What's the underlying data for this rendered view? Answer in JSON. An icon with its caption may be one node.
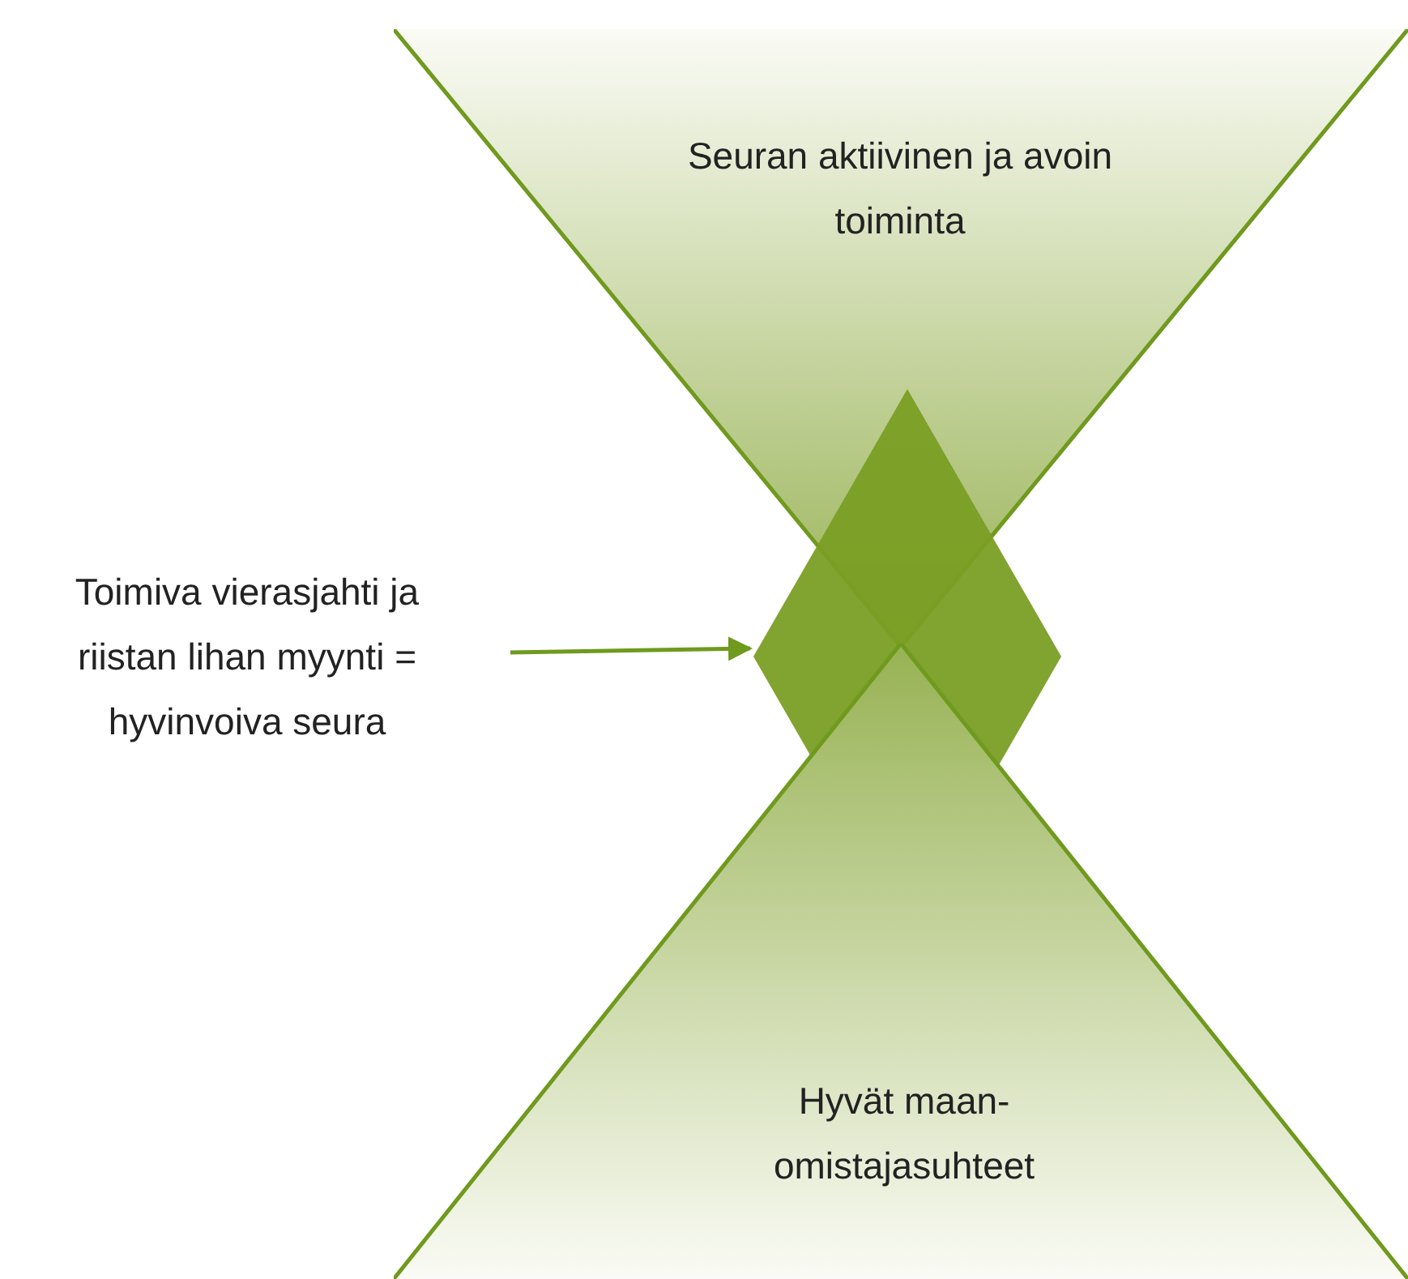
{
  "diagram": {
    "nodes": [
      {
        "text": [
          "Seuran aktiivinen ja avoin toiminta"
        ]
      },
      {
        "text": [],
        "shape": "diamond"
      },
      {
        "text": [
          "Hyvät maan- omistajasuhteet"
        ]
      },
      {
        "text": [
          "Toimiva vierasjahti ja riistan lihan myynti = hyvinvoiva seura"
        ]
      }
    ],
    "edges": [
      {
        "from": 3,
        "to": 1,
        "arrow": "to"
      }
    ]
  }
}
